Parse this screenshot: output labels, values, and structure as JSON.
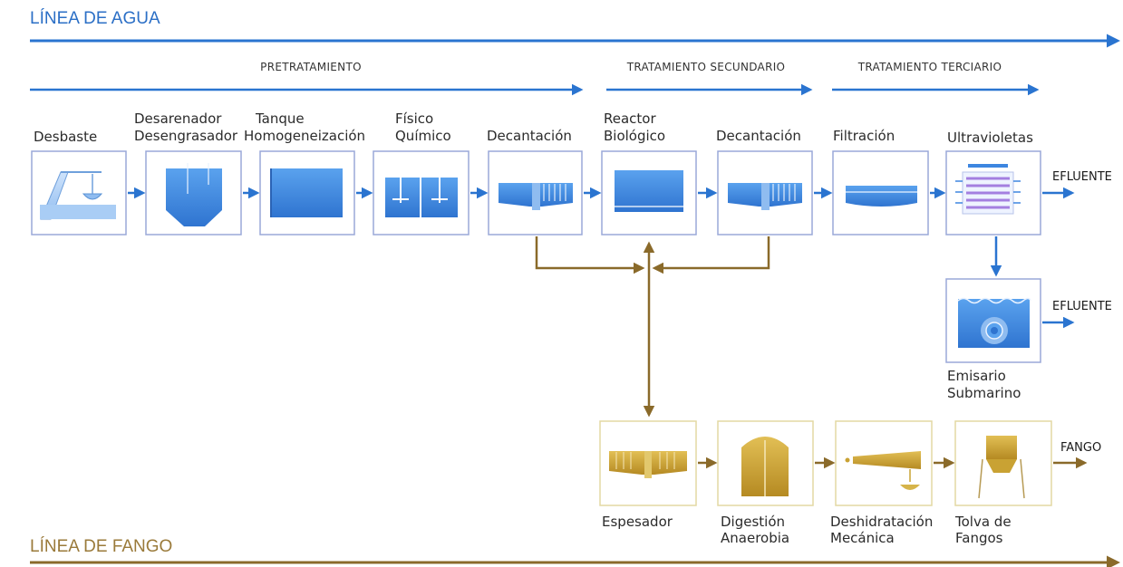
{
  "titles": {
    "water_line": "LÍNEA DE AGUA",
    "sludge_line": "LÍNEA DE FANGO"
  },
  "phases": {
    "pretreatment": "PRETRATAMIENTO",
    "secondary": "TRATAMIENTO SECUNDARIO",
    "tertiary": "TRATAMIENTO TERCIARIO"
  },
  "water_units": [
    {
      "id": "desbaste",
      "lines": [
        "Desbaste"
      ]
    },
    {
      "id": "desarenador",
      "lines": [
        "Desarenador",
        "Desengrasador"
      ]
    },
    {
      "id": "tanque",
      "lines": [
        "Tanque",
        "Homogeneización"
      ]
    },
    {
      "id": "fisico",
      "lines": [
        "Físico",
        "Químico"
      ]
    },
    {
      "id": "decantacion1",
      "lines": [
        "Decantación"
      ]
    },
    {
      "id": "reactor",
      "lines": [
        "Reactor",
        "Biológico"
      ]
    },
    {
      "id": "decantacion2",
      "lines": [
        "Decantación"
      ]
    },
    {
      "id": "filtracion",
      "lines": [
        "Filtración"
      ]
    },
    {
      "id": "ultravioletas",
      "lines": [
        "Ultravioletas"
      ]
    }
  ],
  "emisario": {
    "lines": [
      "Emisario",
      "Submarino"
    ]
  },
  "sludge_units": [
    {
      "id": "espesador",
      "lines": [
        "Espesador"
      ]
    },
    {
      "id": "digestion",
      "lines": [
        "Digestión",
        "Anaerobia"
      ]
    },
    {
      "id": "deshidratacion",
      "lines": [
        "Deshidratación",
        "Mecánica"
      ]
    },
    {
      "id": "tolva",
      "lines": [
        "Tolva de",
        "Fangos"
      ]
    }
  ],
  "outputs": {
    "effluent_1": "EFLUENTE",
    "effluent_2": "EFLUENTE",
    "sludge": "FANGO"
  },
  "colors": {
    "water": "#2a74d0",
    "water_title": "#2b6fc6",
    "sludge": "#8a6a2a",
    "sludge_title": "#9a7a3a",
    "water_box_border": "#9aa8d8",
    "sludge_box_border": "#e3d9a3",
    "tank_blue": "#3d86e0",
    "tank_gold": "#c9a233"
  }
}
